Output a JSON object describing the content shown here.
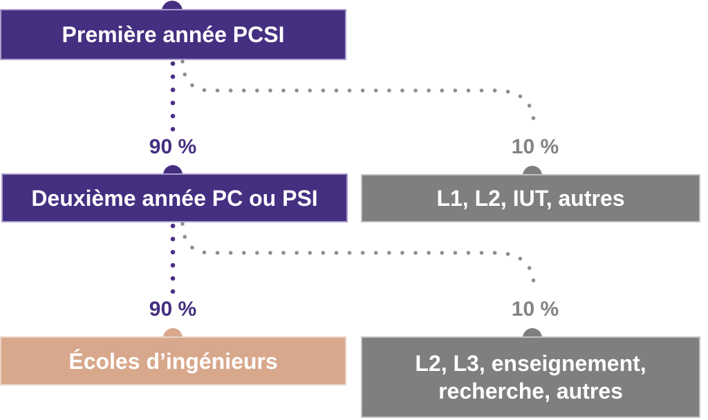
{
  "colors": {
    "purple": "#452F80",
    "purple_dot": "#4A2F85",
    "purple_edge": "#AB9ECB",
    "gray": "#7F7F81",
    "gray_dot": "#8E8E8E",
    "gray_text": "#828285",
    "gray_edge": "#C2C2C4",
    "tan": "#D8A88C",
    "tan_edge": "#E9D3C3",
    "box_text": "#FFFFFF",
    "background": "#FFFFFF"
  },
  "flow": {
    "row1": {
      "label": "Première année PCSI"
    },
    "branch1": {
      "left_percent": "90 %",
      "right_percent": "10 %"
    },
    "row2": {
      "left_label": "Deuxième année PC ou PSI",
      "right_label": "L1, L2, IUT, autres"
    },
    "branch2": {
      "left_percent": "90 %",
      "right_percent": "10 %"
    },
    "row3": {
      "left_label": "Écoles d’ingénieurs",
      "right_label": "L2, L3, enseignement, recherche, autres"
    }
  }
}
